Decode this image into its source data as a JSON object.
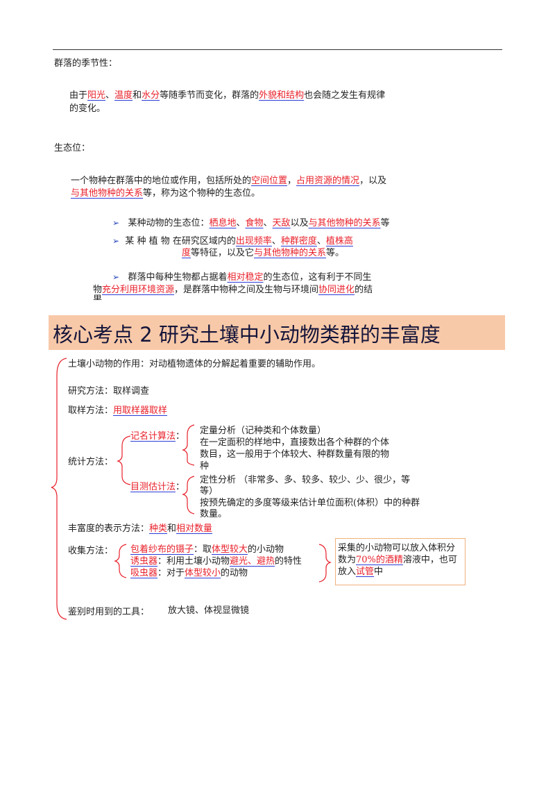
{
  "section1": {
    "heading": "群落的季节性：",
    "line1": {
      "t1": "由于",
      "h1": "阳光",
      "t2": "、",
      "h2": "温度",
      "t3": "和",
      "h3": "水分",
      "t4": "等随季节而变化，群落的",
      "h4": "外貌和结构",
      "t5": "也会随之发生有规律"
    },
    "line2": "的变化。"
  },
  "section2": {
    "heading": "生态位：",
    "para1": {
      "t1": "一个物种在群落中的地位或作用，包括所处的",
      "h1": "空间位置",
      "t2": "，",
      "h2": "占用资源的情况",
      "t3": "，以及"
    },
    "para1b": {
      "h1": "与其他物种的关系",
      "t1": "等，称为这个物种的生态位。"
    },
    "bullet1": {
      "t1": "某种动物的生态位：",
      "h1": "栖息地",
      "t2": "、",
      "h2": "食物",
      "t3": "、",
      "h3": "天敌",
      "t4": "以及",
      "h4": "与其他物种的关系",
      "t5": "等"
    },
    "bullet2": {
      "t1": "某 种 植 物 在研究区域内的",
      "h1": "出现频率",
      "t2": "、",
      "h2": "种群密度",
      "t3": "、",
      "h3": "植株高"
    },
    "bullet2b": {
      "h1": "度",
      "t1": "等特征，以及它",
      "h2": "与其他物种的关系",
      "t2": "等。"
    },
    "bullet3": {
      "t1": "群落中每种生物都占据着",
      "h1": "相对稳定",
      "t2": "的生态位，这有利于不同生"
    },
    "bullet3b": {
      "t1": "物",
      "h1": "充分利用环境资源",
      "t2": "，是群落中物种之间及生物与环境间",
      "h2": "协同进化",
      "t3": "的结"
    },
    "bullet3c": "果"
  },
  "banner": {
    "title": "核心考点 2 研究土壤中小动物类群的丰富度"
  },
  "diagram": {
    "role": "土壤小动物的作用：对动植物遗体的分解起着重要的辅助作用。",
    "method": "研究方法：取样调查",
    "sampling": {
      "label": "取样方法：",
      "h1": "用取样器取样"
    },
    "stats": {
      "label": "统计方法：",
      "m1": {
        "name": "记名计算法",
        "colon": "：",
        "lines": [
          "定量分析（记种类和个体数量）",
          "在一定面积的样地中，直接数出各个种群的个体",
          "数目，这一般用于个体较大、种群数量有限的物",
          "种"
        ]
      },
      "m2": {
        "name": "目测估计法",
        "colon": "：",
        "lines": [
          "定性分析 （非常多、多、较多、较少、少、很少，等",
          "等）",
          "按预先确定的多度等级来估计单位面积(体积）中的种群",
          "数量。"
        ]
      }
    },
    "richness": {
      "label": "丰富度的表示方法：",
      "h1": "种类",
      "t1": "和",
      "h2": "相对数量"
    },
    "collect": {
      "label": "收集方法：",
      "r1": {
        "h1": "包着纱布的镊子",
        "t1": "：取",
        "h2": "体型较大",
        "t2": "的小动物"
      },
      "r2": {
        "h1": "诱虫器",
        "t1": "：利用土壤小动物",
        "h2": "避光、避热",
        "t2": "的特性"
      },
      "r3": {
        "h1": "吸虫器",
        "t1": "：对于",
        "h2": "体型较小",
        "t2": "的动物"
      }
    },
    "note": {
      "line1": "采集的小动物可以放入体积分",
      "line2": {
        "t1": "数为",
        "h1": "70%的酒精",
        "t2": "溶液中，也可"
      },
      "line3": {
        "t1": "放入",
        "h1": "试管",
        "t2": "中"
      }
    },
    "tools": {
      "label": "鉴别时用到的工具：",
      "value": "放大镜、体视显微镜"
    }
  },
  "colors": {
    "highlight": "#e8202a",
    "underline": "#2b3bd6",
    "bracket": "#e8202a",
    "banner": "#f8c9a8",
    "arrow": "#1f3fb8"
  }
}
